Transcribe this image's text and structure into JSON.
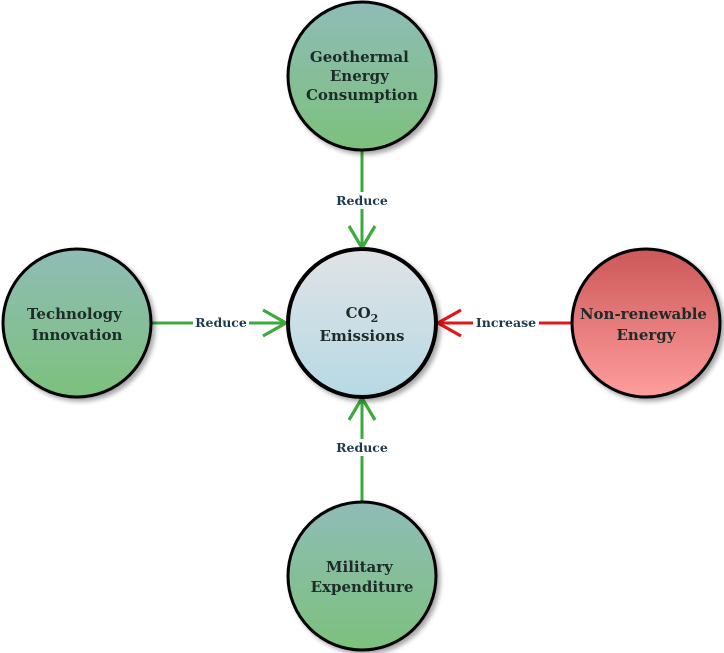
{
  "diagram": {
    "center": {
      "line1": "CO",
      "subscript": "2",
      "line2": "Emissions"
    },
    "nodes": {
      "top": {
        "line1": "Geothermal",
        "line2": "Energy",
        "line3": "Consumption"
      },
      "left": {
        "line1": "Technology",
        "line2": "Innovation"
      },
      "right": {
        "line1": "Non-renewable",
        "line2": "Energy"
      },
      "bottom": {
        "line1": "Military",
        "line2": "Expenditure"
      }
    },
    "edges": {
      "top": "Reduce",
      "left": "Reduce",
      "right": "Increase",
      "bottom": "Reduce"
    },
    "colors": {
      "reduce": "#3daa3d",
      "increase": "#e0161a",
      "green_node_top": "#8fbfb5",
      "green_node_bottom": "#7fc27f",
      "red_node_top": "#cf5b5b",
      "red_node_bottom": "#ff9a9a",
      "center_top": "#dde3e6",
      "center_bottom": "#b9dbe6",
      "stroke": "#000000"
    }
  }
}
